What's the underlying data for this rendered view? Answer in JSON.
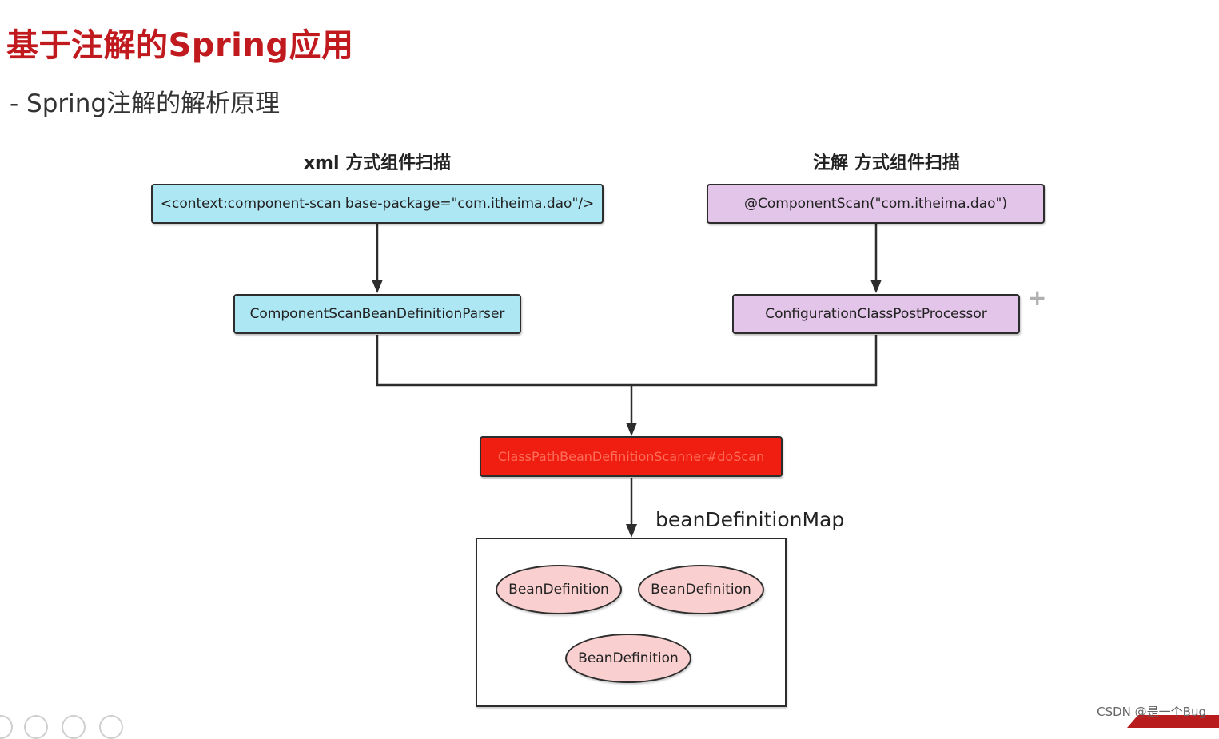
{
  "title": "基于注解的Spring应用",
  "subtitle": "- Spring注解的解析原理",
  "diagram": {
    "left_column": {
      "heading": "xml 方式组件扫描",
      "config_box": "<context:component-scan base-package=\"com.itheima.dao\"/>",
      "parser_box": "ComponentScanBeanDefinitionParser"
    },
    "right_column": {
      "heading": "注解 方式组件扫描",
      "config_box": "@ComponentScan(\"com.itheima.dao\")",
      "processor_box": "ConfigurationClassPostProcessor"
    },
    "scanner_box": "ClassPathBeanDefinitionScanner#doScan",
    "map_label": "beanDefinitionMap",
    "bean_definitions": [
      "BeanDefinition",
      "BeanDefinition",
      "BeanDefinition"
    ]
  },
  "colors": {
    "title": "#c0191e",
    "xml_boxes": "#aee7f4",
    "annotation_boxes": "#e4c5ea",
    "scanner_box": "#f01e10",
    "bean_definition": "#f9cfcf"
  },
  "watermark": "CSDN @是一个Bug"
}
